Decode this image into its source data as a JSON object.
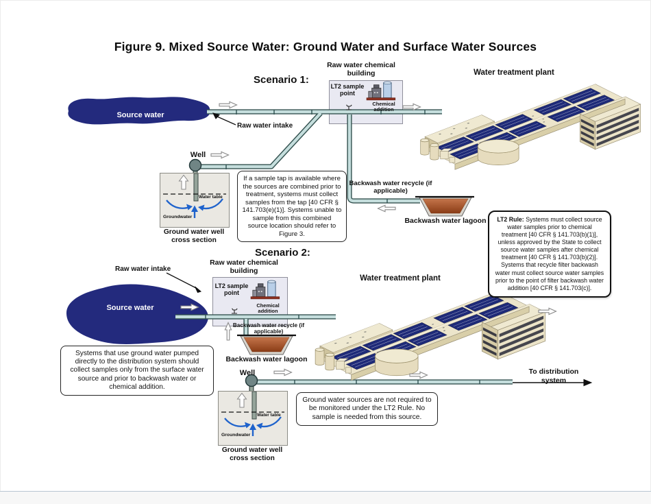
{
  "title": "Figure 9. Mixed Source Water: Ground Water and Surface Water Sources",
  "scenario1": {
    "label": "Scenario 1:",
    "source_water": "Source water",
    "raw_water_intake": "Raw water intake",
    "well": "Well",
    "chemical_building": "Raw water chemical building",
    "lt2_sample_point": "LT2 sample point",
    "chemical_addition": "Chemical addition",
    "treatment_plant": "Water treatment plant",
    "backwash_recycle": "Backwash water recycle (if applicable)",
    "backwash_lagoon": "Backwash water lagoon",
    "water_table": "Water table",
    "groundwater": "Groundwater",
    "cross_section_caption": "Ground water well cross section",
    "note": "If a sample tap is available where the sources are combined prior to treatment, systems must collect samples from the tap [40 CFR § 141.703(e)(1)]. Systems unable to sample from this combined source location should refer to Figure 3."
  },
  "scenario2": {
    "label": "Scenario 2:",
    "source_water": "Source water",
    "raw_water_intake": "Raw water intake",
    "well": "Well",
    "chemical_building": "Raw water chemical building",
    "lt2_sample_point": "LT2 sample point",
    "chemical_addition": "Chemical addition",
    "treatment_plant": "Water treatment plant",
    "backwash_recycle": "Backwash water recycle (if applicable)",
    "backwash_lagoon": "Backwash water lagoon",
    "water_table": "Water table",
    "groundwater": "Groundwater",
    "cross_section_caption": "Ground water well cross section",
    "note_ground_water_pumped": "Systems that use ground water pumped directly to the distribution system should collect samples only from the surface water source and prior to backwash water or chemical addition.",
    "note_ground_water_sources": "Ground water sources are not required to be monitored under the LT2 Rule. No sample is needed from this source.",
    "to_distribution": "To distribution system"
  },
  "lt2_rule": {
    "heading": "LT2 Rule:",
    "body": "Systems must collect source water samples prior to chemical treatment [40 CFR § 141.703(b)(1)], unless approved by the State to collect source water samples after chemical treatment [40 CFR § 141.703(b)(2)]. Systems that recycle filter backwash water must collect source water samples prior to the point of filter backwash water addition [40 CFR § 141.703(c)]."
  },
  "colors": {
    "source_water": "#232a7d",
    "filter_basin": "#1e2a78",
    "lagoon_brown": "#a35224",
    "pipe_teal": "#c5dedd",
    "plant_cream": "#ece5cb"
  }
}
